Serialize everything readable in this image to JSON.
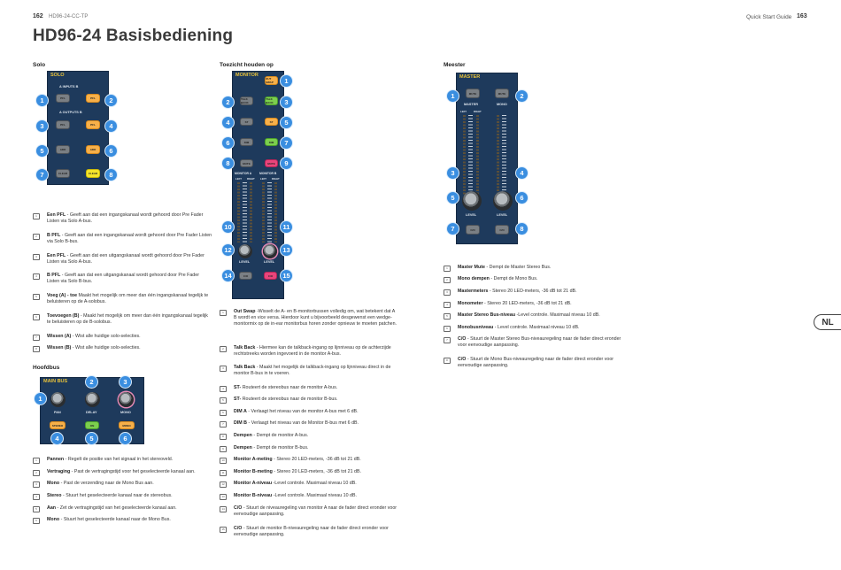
{
  "header": {
    "left_page_number": "162",
    "left_doc_code": "HD96-24-CC-TP",
    "right_guide_label": "Quick Start Guide",
    "right_page_number": "163",
    "title": "HD96-24 Basisbediening",
    "language_tab": "NL"
  },
  "solo": {
    "section_title": "Solo",
    "panel": {
      "title": "SOLO",
      "inputs_label": "A   INPUTS   B",
      "outputs_label": "A  OUTPUTS  B",
      "buttons": [
        {
          "num": "1",
          "label": "PFL",
          "color": "gray"
        },
        {
          "num": "2",
          "label": "PFL",
          "color": "orange"
        },
        {
          "num": "3",
          "label": "PFL",
          "color": "gray"
        },
        {
          "num": "4",
          "label": "PFL",
          "color": "orange"
        },
        {
          "num": "5",
          "label": "ADD",
          "color": "gray"
        },
        {
          "num": "6",
          "label": "ADD",
          "color": "orange"
        },
        {
          "num": "7",
          "label": "CLEAR",
          "color": "gray"
        },
        {
          "num": "8",
          "label": "CLEAR",
          "color": "yellow"
        }
      ]
    },
    "items": [
      {
        "num": "1",
        "term": "Een PFL",
        "text": " - Geeft aan dat een ingangskanaal wordt gehoord door Pre Fader Listen via Solo A-bus."
      },
      {
        "num": "2",
        "term": "B PFL",
        "text": " - Geeft aan dat een ingangskanaal wordt gehoord door Pre Fader Listen via Solo B-bus."
      },
      {
        "num": "3",
        "term": "Een PFL",
        "text": " - Geeft aan dat een uitgangskanaal wordt gehoord door Pre Fader Listen via Solo A-bus."
      },
      {
        "num": "4",
        "term": "B PFL",
        "text": " - Geeft aan dat een uitgangskanaal wordt gehoord door Pre Fader Listen via Solo B-bus."
      },
      {
        "num": "5",
        "term": "Voeg (A) - toe",
        "text": " Maakt het mogelijk om meer dan één ingangskanaal tegelijk te beluisteren op de A-solobus."
      },
      {
        "num": "6",
        "term": "Toevoegen (B)",
        "text": " - Maakt het mogelijk om meer dan één ingangskanaal tegelijk te beluisteren op de B-solobus."
      },
      {
        "num": "7",
        "term": "Wissen (A)",
        "text": " - Wist alle huidige solo-selecties."
      },
      {
        "num": "8",
        "term": "Wissen (B)",
        "text": " - Wist alle huidige solo-selecties."
      }
    ]
  },
  "mainbus": {
    "section_title": "Hoofdbus",
    "panel": {
      "title": "MAIN BUS",
      "knobs": [
        {
          "num": "1",
          "label": "PAN"
        },
        {
          "num": "2",
          "label": "DELAY"
        },
        {
          "num": "3",
          "label": "MONO"
        }
      ],
      "buttons": [
        {
          "num": "4",
          "label": "STEREO",
          "color": "orange"
        },
        {
          "num": "5",
          "label": "ON",
          "color": "green"
        },
        {
          "num": "6",
          "label": "MONO",
          "color": "orange"
        }
      ]
    },
    "items": [
      {
        "num": "1",
        "term": "Pannen",
        "text": " - Regelt de positie van het signaal in het stereoveld."
      },
      {
        "num": "2",
        "term": "Vertraging",
        "text": " - Past de vertragingstijd voor het geselecteerde kanaal aan."
      },
      {
        "num": "3",
        "term": "Mono",
        "text": " - Past de verzending naar de Mono Bus aan."
      },
      {
        "num": "4",
        "term": "Stereo",
        "text": " - Stuurt het geselecteerde kanaal naar de stereobus."
      },
      {
        "num": "5",
        "term": "Aan",
        "text": " - Zet de vertragingstijd van het geselecteerde kanaal aan."
      },
      {
        "num": "6",
        "term": "Mono",
        "text": " - Stuurt het geselecteerde kanaal naar de Mono Bus."
      }
    ]
  },
  "monitor": {
    "section_title": "Toezicht houden op",
    "panel": {
      "title": "MONITOR",
      "monitor_a_label": "MONITOR A",
      "monitor_b_label": "MONITOR B",
      "left_label": "LEFT",
      "right_label": "RIGHT",
      "level_label": "LEVEL",
      "buttons": [
        {
          "num": "1",
          "label": "OUT SWAP",
          "color": "orange"
        },
        {
          "num": "2",
          "label": "TALK BACK",
          "color": "gray"
        },
        {
          "num": "3",
          "label": "TALK BACK",
          "color": "green"
        },
        {
          "num": "4",
          "label": "ST",
          "color": "gray"
        },
        {
          "num": "5",
          "label": "ST",
          "color": "orange"
        },
        {
          "num": "6",
          "label": "DIM",
          "color": "gray"
        },
        {
          "num": "7",
          "label": "DIM",
          "color": "green"
        },
        {
          "num": "8",
          "label": "MUTE",
          "color": "gray"
        },
        {
          "num": "9",
          "label": "MUTE",
          "color": "pink"
        },
        {
          "num": "14",
          "label": "C/O",
          "color": "gray"
        },
        {
          "num": "15",
          "label": "C/O",
          "color": "pink"
        }
      ],
      "meter_badges": [
        "10",
        "11"
      ],
      "knob_badges": [
        "12",
        "13"
      ]
    },
    "items": [
      {
        "num": "1",
        "term": "Out Swap",
        "text": " -Wisselt de A- en B-monitorbussen volledig om, wat betekent dat A B wordt en vice versa. Hierdoor kunt u bijvoorbeeld desgewenst een wedge-monitormix op de in-ear monitorbus horen zonder opnieuw te moeten patchen."
      },
      {
        "num": "2",
        "term": "Talk Back",
        "text": " - Hiermee kan de talkback-ingang op lijnniveau op de achterzijde rechtstreeks worden ingevoerd in de monitor A-bus."
      },
      {
        "num": "3",
        "term": "Talk Back",
        "text": " - Maakt het mogelijk de talkback-ingang op lijnniveau direct in de monitor B-bus in te voeren."
      },
      {
        "num": "4",
        "term": "ST-",
        "text": " Routeert de stereobus naar de monitor A-bus."
      },
      {
        "num": "5",
        "term": "ST-",
        "text": " Routeert de stereobus naar de monitor B-bus."
      },
      {
        "num": "6",
        "term": "DIM A",
        "text": " - Verlaagt het niveau van de monitor A-bus met 6 dB."
      },
      {
        "num": "7",
        "term": "DIM B",
        "text": " - Verlaagt het niveau van de Monitor B-bus met 6 dB."
      },
      {
        "num": "8",
        "term": "Dempen",
        "text": " - Dempt de monitor A-bus."
      },
      {
        "num": "9",
        "term": "Dempen",
        "text": " - Dempt de monitor B-bus."
      },
      {
        "num": "10",
        "term": "Monitor A-meting",
        "text": " - Stereo 20 LED-meters, -36 dB tot 21 dB."
      },
      {
        "num": "11",
        "term": "Monitor B-meting",
        "text": " - Stereo 20 LED-meters, -36 dB tot 21 dB."
      },
      {
        "num": "12",
        "term": "Monitor A-niveau",
        "text": " -Level controle. Maximaal niveau 10 dB."
      },
      {
        "num": "13",
        "term": "Monitor B-niveau",
        "text": " -Level controle. Maximaal niveau 10 dB."
      },
      {
        "num": "14",
        "term": "C/O",
        "text": " - Stuurt de niveauregeling van monitor A naar de fader direct eronder voor eenvoudige aanpassing."
      },
      {
        "num": "15",
        "term": "C/O",
        "text": " - Stuurt de monitor B-niveauregeling naar de fader direct eronder voor eenvoudige aanpassing."
      }
    ]
  },
  "master": {
    "section_title": "Meester",
    "panel": {
      "title": "MASTER",
      "master_label": "MASTER",
      "mono_label": "MONO",
      "left_label": "LEFT",
      "right_label": "RIGHT",
      "level_label": "LEVEL",
      "buttons": [
        {
          "num": "1",
          "label": "MUTE",
          "color": "gray"
        },
        {
          "num": "2",
          "label": "MUTE",
          "color": "gray"
        },
        {
          "num": "7",
          "label": "C/O",
          "color": "gray"
        },
        {
          "num": "8",
          "label": "C/O",
          "color": "gray"
        }
      ],
      "meter_badges": [
        "3",
        "4"
      ],
      "knob_badges": [
        "5",
        "6"
      ]
    },
    "items": [
      {
        "num": "1",
        "term": "Master Mute",
        "text": " - Dempt de Master Stereo Bus."
      },
      {
        "num": "2",
        "term": "Mono dempen",
        "text": " - Dempt de Mono Bus."
      },
      {
        "num": "3",
        "term": "Mastermeters",
        "text": " - Stereo 20 LED-meters, -36 dB tot 21 dB."
      },
      {
        "num": "4",
        "term": "Monometer",
        "text": " - Stereo 20 LED-meters, -36 dB tot 21 dB."
      },
      {
        "num": "5",
        "term": "Master Stereo Bus-niveau",
        "text": " -Level controle. Maximaal niveau 10 dB."
      },
      {
        "num": "6",
        "term": "Monobusniveau",
        "text": " - Level controle. Maximaal niveau 10 dB."
      },
      {
        "num": "7",
        "term": "C/O",
        "text": " - Stuurt de Master Stereo Bus-niveauregeling naar de fader direct eronder voor eenvoudige aanpassing."
      },
      {
        "num": "8",
        "term": "C/O",
        "text": " - Stuurt de Mono Bus-niveauregeling naar de fader direct eronder voor eenvoudige aanpassing."
      }
    ]
  }
}
